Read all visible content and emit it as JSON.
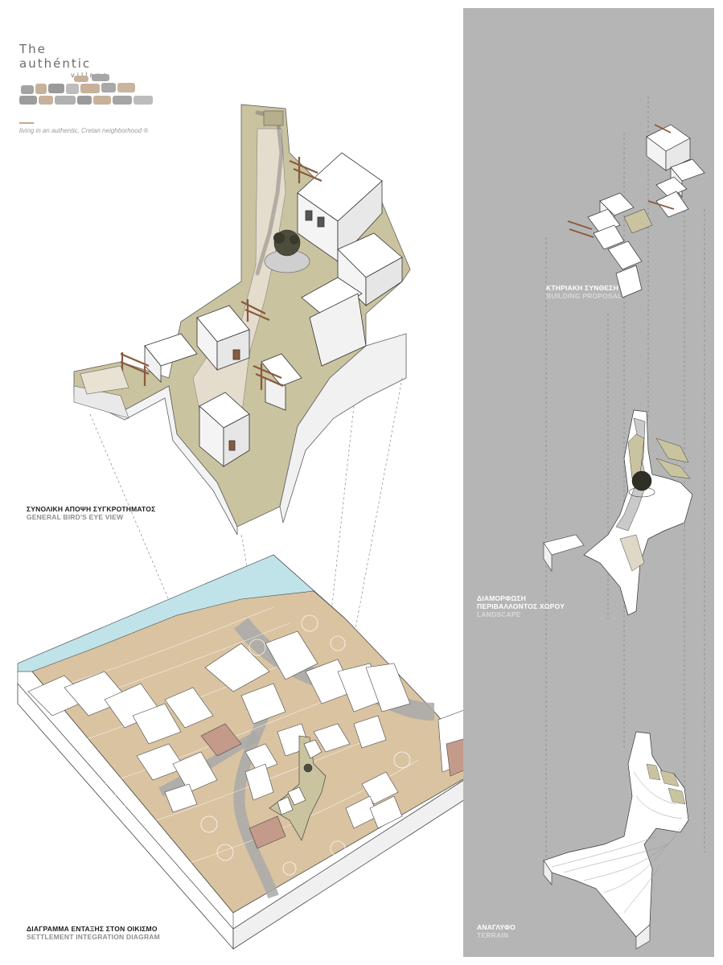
{
  "logo": {
    "line1": "The",
    "line2": "authéntic",
    "line3": "village",
    "tagline": "living in an authentic, Cretan neighborhood ®"
  },
  "labels": {
    "birdseye_gr": "ΣΥΝΟΛΙΚΗ ΑΠΟΨΗ ΣΥΓΚΡΟΤΗΜΑΤΟΣ",
    "birdseye_en": "GENERAL BIRD'S EYE VIEW",
    "settlement_gr": "ΔΙΑΓΡΑΜΜΑ ΕΝΤΑΞΗΣ ΣΤΟΝ ΟΙΚΙΣΜΟ",
    "settlement_en": "SETTLEMENT INTEGRATION DIAGRAM",
    "building_gr": "ΚΤΗΡΙΑΚΗ ΣΥΝΘΕΣΗ",
    "building_en": "BUILDING PROPOSAL",
    "landscape_gr1": "ΔΙΑΜΟΡΦΩΣΗ",
    "landscape_gr2": "ΠΕΡΙΒΑΛΛΟΝΤΟΣ ΧΩΡΟΥ",
    "landscape_en": "LANDSCAPE",
    "terrain_gr": "ΑΝΑΓΛΥΦΟ",
    "terrain_en": "TERRAIN"
  },
  "colors": {
    "panel": "#b5b5b5",
    "sea": "#bfe3e8",
    "land": "#d9c3a1",
    "road": "#a9a9a9",
    "retaining_wall": "#c9c3a0",
    "timber": "#8a5a3c",
    "roof_tile": "#c49a8a",
    "logo_stone_1": "#9a9a9a",
    "logo_stone_2": "#c7b19a"
  }
}
